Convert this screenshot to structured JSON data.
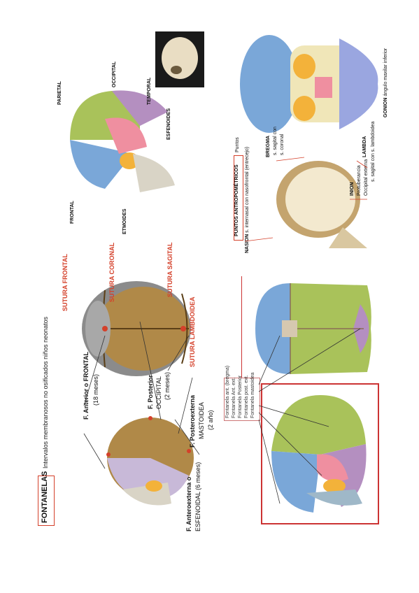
{
  "left_page": {
    "title": "FONTANELAS",
    "subtitle": "Intervalos membranosos no osificados niños neonatos",
    "labels": {
      "sutura_frontal": "SUTURA FRONTAL",
      "sutura_coronal": "SUTURA CORONAL",
      "sutura_sagital": "SUTURA SAGITAL",
      "sutura_lambdoidea": "SUTURA LAMBDOIDEA",
      "f_anterior": "F. Anterior o FRONTAL",
      "f_anterior_time": "(18 meses)",
      "f_posterior": "F. Posterior",
      "f_posterior_name": "OCCIPITAL",
      "f_posterior_time": "(2 meses)",
      "f_posteroexterna": "F. Posteroexterna",
      "f_posteroexterna_name": "MASTOIDEA",
      "f_posteroexterna_time": "(2 año)",
      "f_anteroexterna": "F. Anteroexterna o",
      "f_anteroexterna_name": "ESFENOIDAL (6 meses)"
    },
    "legend_items": [
      "Fontanela ant. (bregma)",
      "Fontanela Ant. ext.",
      "Fontanela Posterior",
      "Fontanela post. ext.",
      "Fontanela mastoidea"
    ]
  },
  "right_page": {
    "bones": {
      "parietal": "PARIETAL",
      "occipital": "OCCIPITAL",
      "temporal": "TEMPORAL",
      "esfenoides": "ESFENOIDES",
      "frontal": "FRONTAL",
      "etmoides": "ETMOIDES"
    },
    "points": {
      "title": "PUNTOS ANTROPOMÉTRICOS",
      "subtitle": "Puntos",
      "nasion": "NASION",
      "nasion_desc": "s. internasal con nasofrontal (entrecejo)",
      "bregma": "BREGMA",
      "bregma_desc1": "s. sagital con",
      "bregma_desc2": "s. coronal",
      "inion": "INION",
      "inion_desc1": "Protuberancia",
      "inion_desc2": "Occipital externa",
      "lambda": "LAMBDA",
      "lambda_desc": "s. sagital con s. lambdoidea",
      "gonion": "GONION",
      "gonion_desc": "ángulo maxilar inferior"
    }
  },
  "colors": {
    "accent_red": "#d4402a",
    "parietal_green": "#a9c25a",
    "frontal_blue": "#7aa7d8",
    "occipital_purple": "#b48fc0",
    "temporal_pink": "#ef8fa0",
    "sphenoid_orange": "#f3b23a",
    "bone_brown": "#b08948"
  }
}
